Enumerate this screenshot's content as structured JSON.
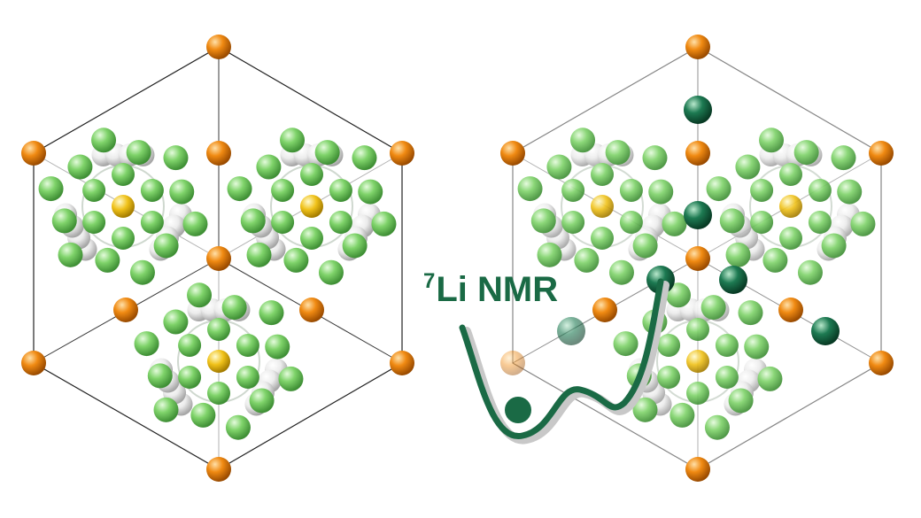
{
  "label": {
    "isotope": "7",
    "text": "Li NMR"
  },
  "colors": {
    "frame": "#222222",
    "chlorine": "#6dc95a",
    "hydrogen": "#dcdcdc",
    "boron": "#f0c21a",
    "corner_atom": "#e37c10",
    "lithium": "#17694a",
    "potential": "#1a6a45"
  },
  "panels": [
    "crystal-structure-left",
    "crystal-structure-right"
  ]
}
